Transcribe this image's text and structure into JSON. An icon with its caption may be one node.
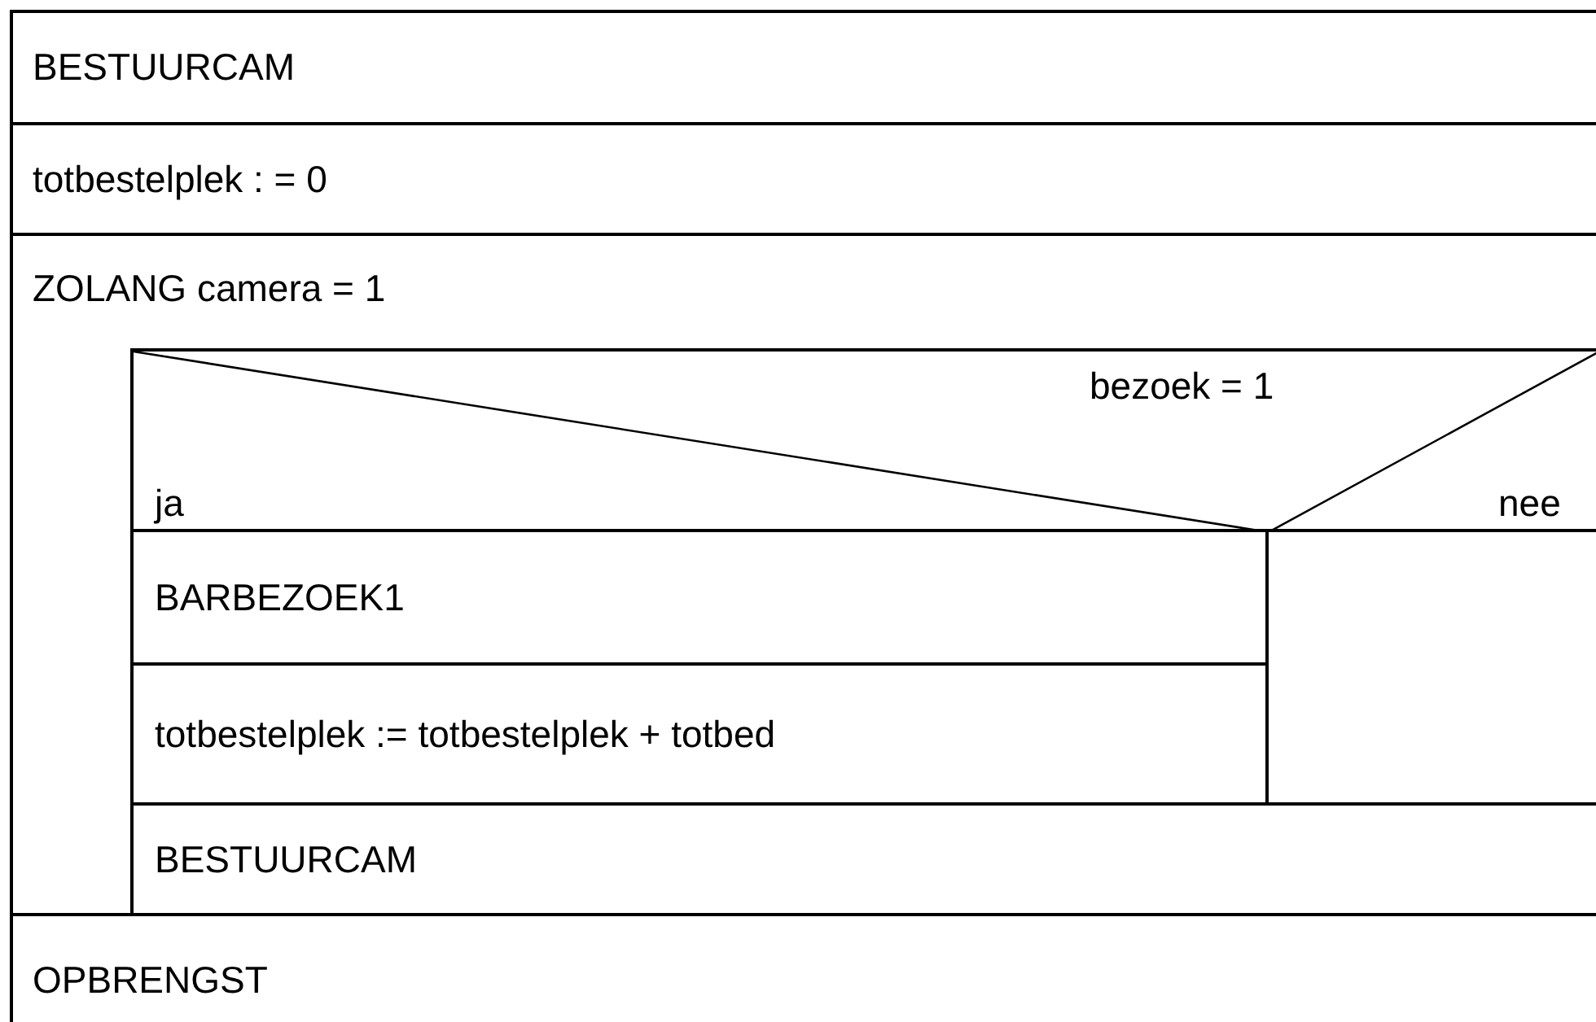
{
  "diagram": {
    "nodes": [
      {
        "text": [
          "BESTUURCAM"
        ]
      },
      {
        "text": [
          "totbestelplek : = 0"
        ]
      },
      {
        "text": [
          "ZOLANG camera = 1"
        ]
      },
      {
        "text": [
          "bezoek = 1",
          "ja",
          "nee"
        ],
        "in": 2
      },
      {
        "text": [
          "BARBEZOEK1"
        ],
        "in": 2
      },
      {
        "text": [
          "totbestelplek := totbestelplek + totbed"
        ],
        "in": 2
      },
      {
        "text": [],
        "shape": "box",
        "in": 2
      },
      {
        "text": [
          "BESTUURCAM"
        ],
        "in": 2
      },
      {
        "text": [
          "OPBRENGST"
        ]
      }
    ]
  }
}
